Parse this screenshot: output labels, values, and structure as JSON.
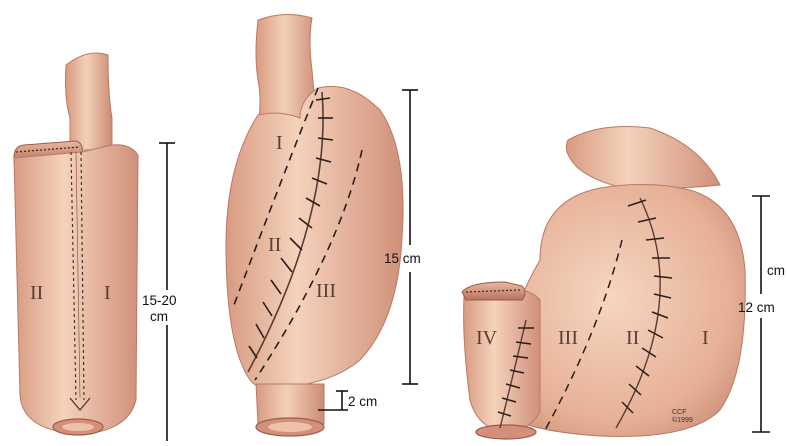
{
  "colors": {
    "tissue_light": "#f2c8ae",
    "tissue_mid": "#e2a88e",
    "tissue_dark": "#c17f68",
    "outline": "#9a5c4c",
    "staple": "#3d2a26",
    "measure": "#111111"
  },
  "panel_a": {
    "labels": {
      "left": "II",
      "right": "I"
    },
    "measure": {
      "line1": "15-20",
      "line2": "cm"
    }
  },
  "panel_b": {
    "labels": {
      "top": "I",
      "middle": "II",
      "right": "III"
    },
    "measure_height": "15 cm",
    "measure_base": "2 cm"
  },
  "panel_c": {
    "labels": {
      "far_left": "IV",
      "left": "III",
      "middle": "II",
      "right": "I"
    },
    "measure_height": "12 cm",
    "measure_cut": "cm",
    "credit_line1": "CCF",
    "credit_line2": "©1999"
  }
}
